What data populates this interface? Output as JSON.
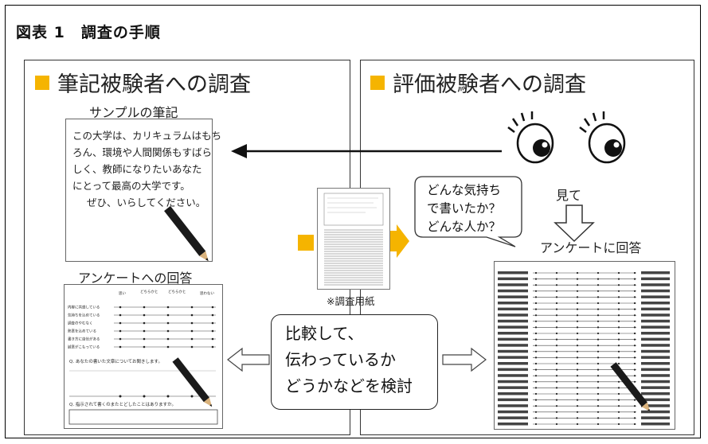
{
  "figure_title": "図表 1　調査の手順",
  "left_panel": {
    "heading": "筆記被験者への調査",
    "sample_label": "サンプルの筆記",
    "sample_lines": [
      "この大学は、カリキュラムはもち",
      "ろん、環境や人間関係もすばら",
      "しく、教師になりたいあなた",
      "にとって最高の大学です。",
      "ぜひ、いらしてください。"
    ],
    "survey_label": "アンケートへの回答",
    "survey_scale": [
      "思い",
      "どちらかと\nいえば思い",
      "どちらかと\nいえば思わない",
      "思わない"
    ],
    "survey_rows": [
      "内容に共感している",
      "気持ちを込めている",
      "調査のやむなく",
      "熱意を込めている",
      "書き方に自信がある",
      "誠意がこもっている"
    ],
    "survey_q1": "Q. あなたの書いた文章についてお聞きします。",
    "survey_q2": "Q. 指示されて書くのまたとどしたことはありますか。"
  },
  "right_panel": {
    "heading": "評価被験者への調査",
    "bubble_lines": [
      "どんな気持ち",
      "で書いたか？",
      "どんな人か？"
    ],
    "see_label": "見て",
    "answer_label": "アンケートに回答"
  },
  "center": {
    "paper_caption": "※調査用紙",
    "compare_lines": [
      "比較して、",
      "伝わっているか",
      "どうかなどを検討"
    ]
  },
  "colors": {
    "accent_square": "#f5b400",
    "accent_arrow": "#f5b400",
    "border": "#000000"
  }
}
